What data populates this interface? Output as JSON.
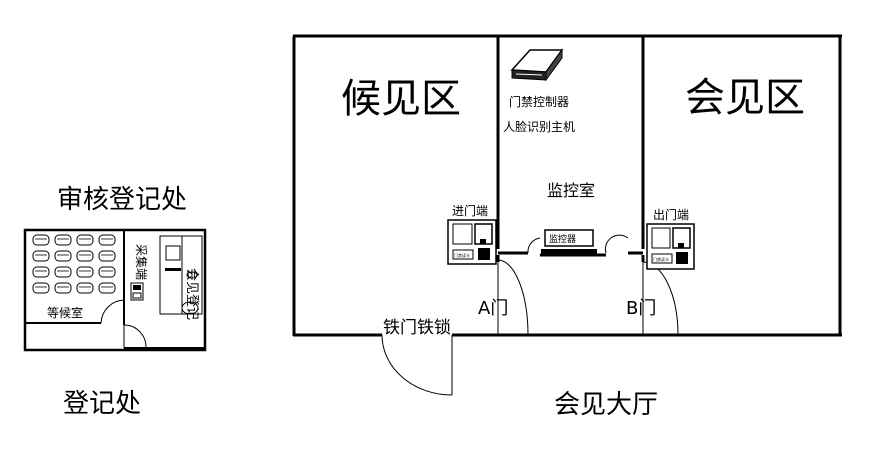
{
  "labels": {
    "waiting_area": "候见区",
    "meeting_area": "会见区",
    "door_controller": "门禁控制器",
    "face_host": "人脸识别主机",
    "monitor_room": "监控室",
    "entry_terminal": "进门端",
    "exit_terminal": "出门端",
    "monitor_device": "监控器",
    "door_a": "A门",
    "door_b": "B门",
    "iron_door": "铁门铁锁",
    "audit_registration": "审核登记处",
    "collection_terminal": "采集端",
    "visitor_registration": "会见登记",
    "waiting_room": "等候室",
    "registration_office": "登记处",
    "meeting_hall": "会见大厅",
    "terminal_caption": "门禁读卡"
  }
}
